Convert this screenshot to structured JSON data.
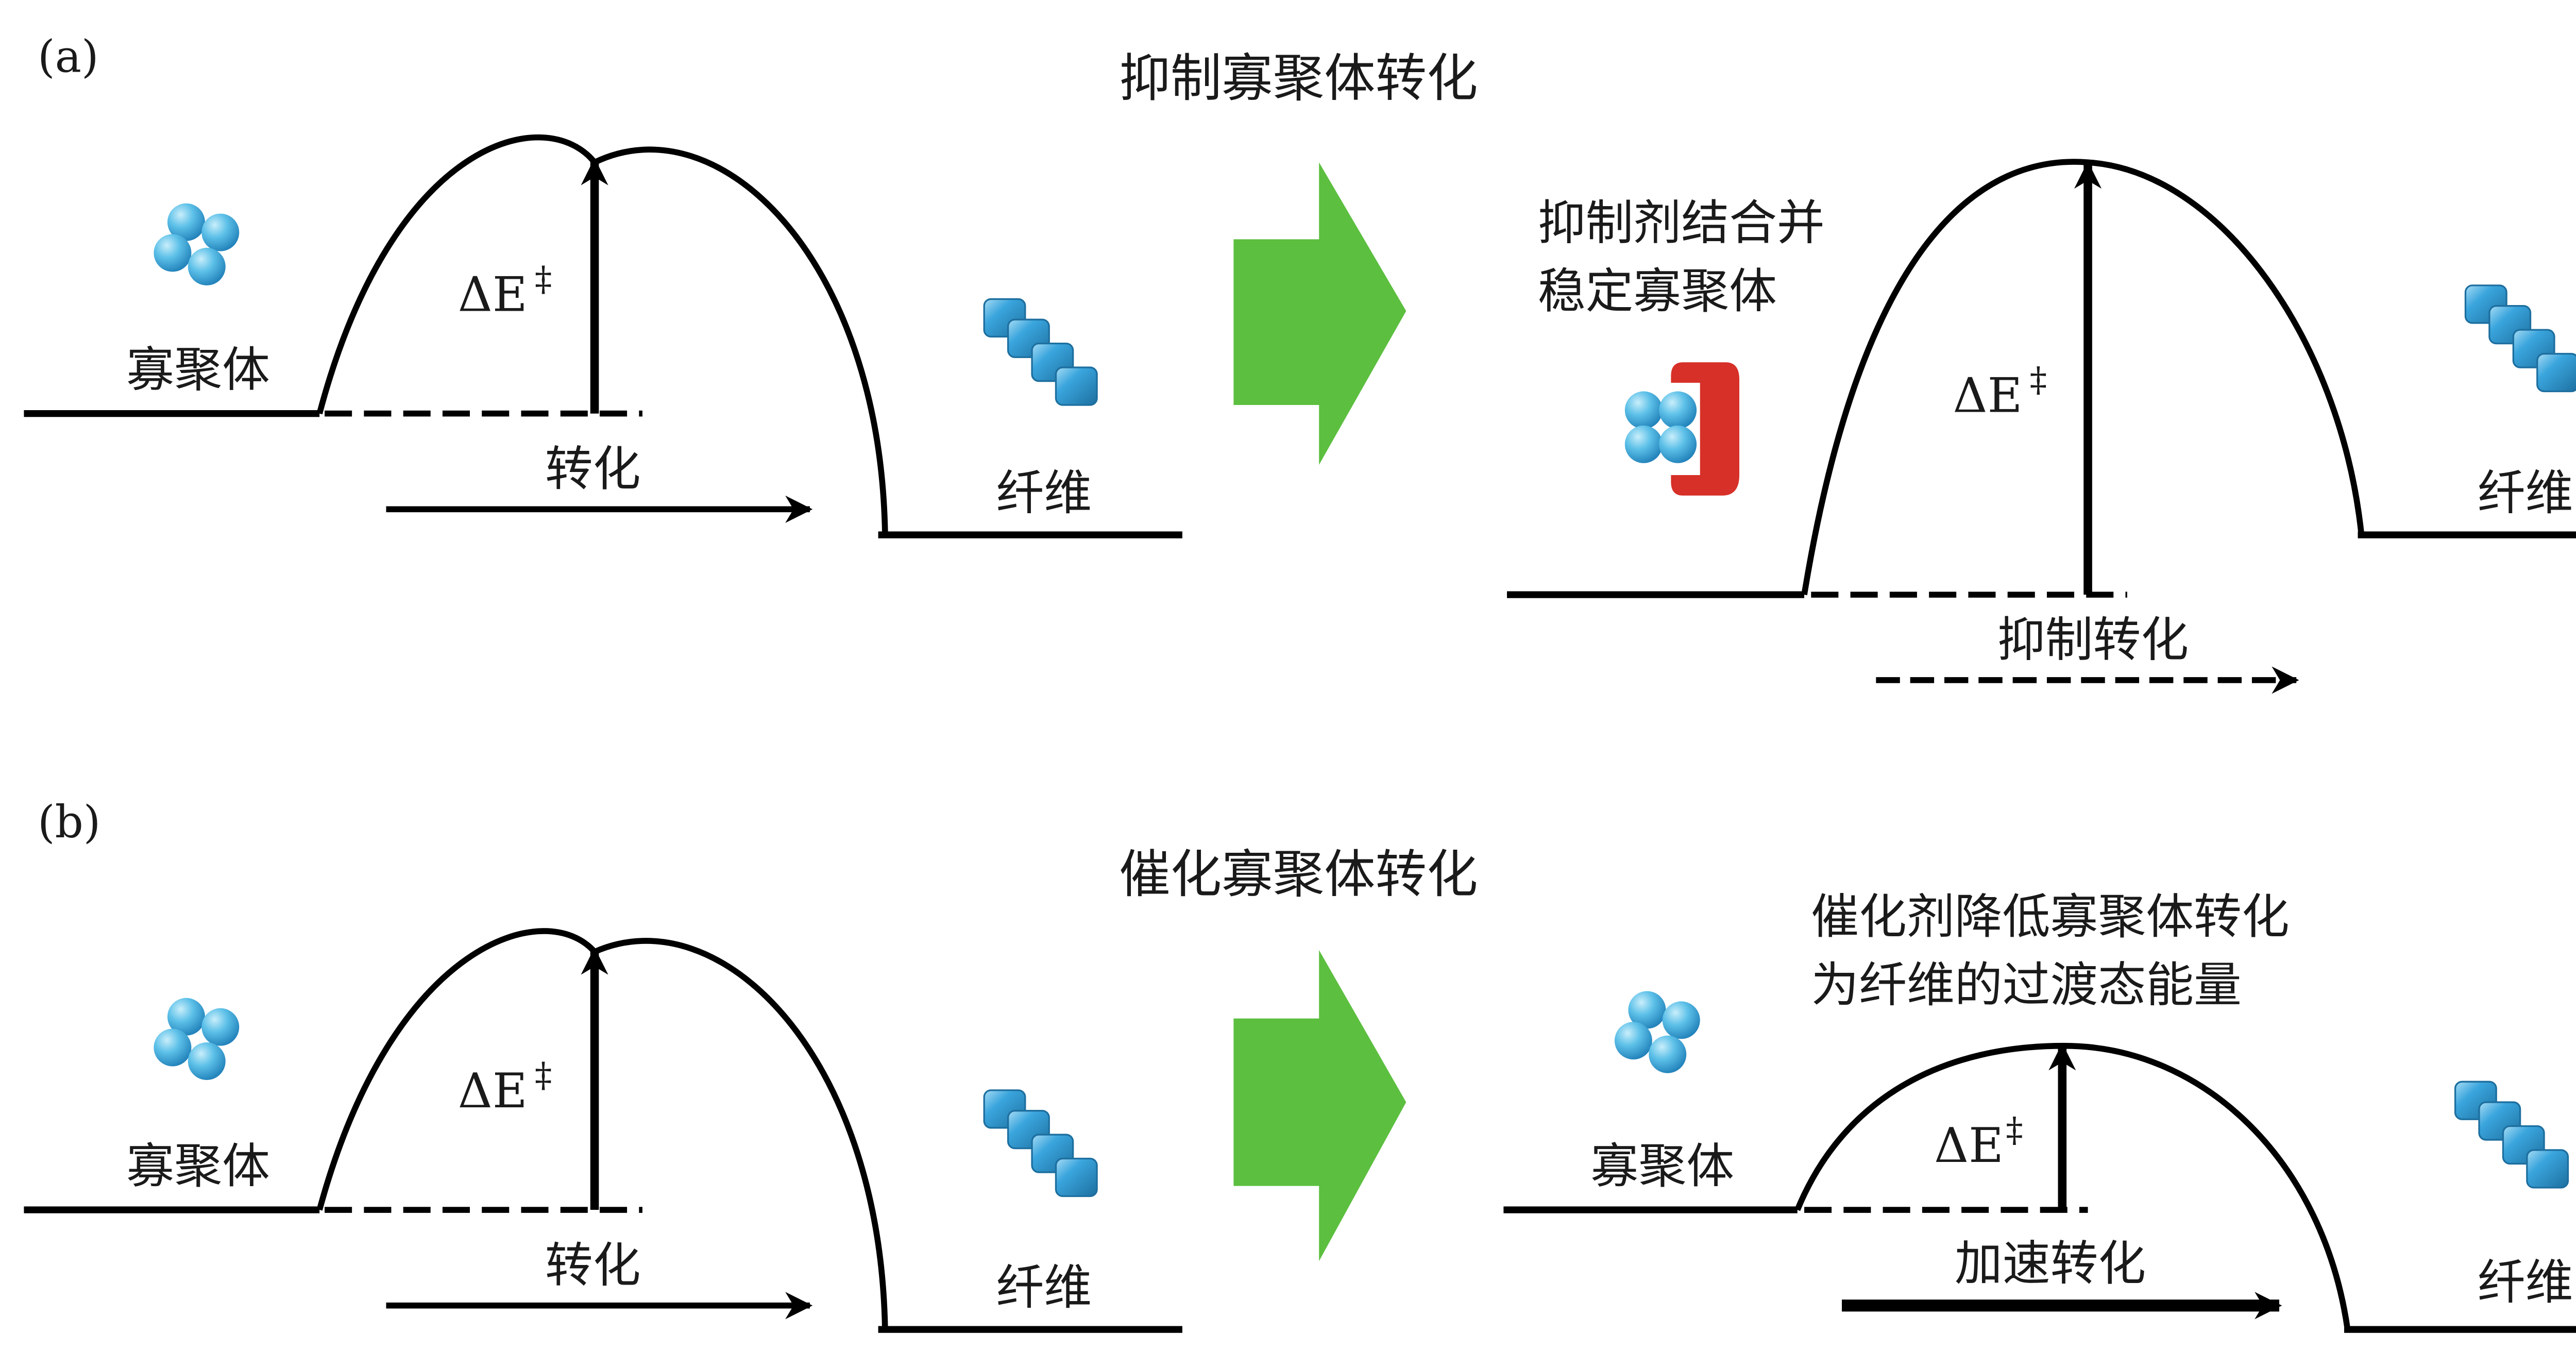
{
  "colors": {
    "line": "#000000",
    "arrow": "#5cbf3f",
    "inhibitor": "#d63028",
    "sphere_light": "#7fd0ee",
    "sphere_dark": "#1f7fb8",
    "cube_face": "#39a2da",
    "cube_edge": "#1d6f9f"
  },
  "panel_a": {
    "label": "(a)",
    "heading": "抑制寡聚体转化",
    "left": {
      "oligomer_label": "寡聚体",
      "fiber_label": "纤维",
      "delta_e": "ΔE",
      "dagger": "‡",
      "conversion_label": "转化"
    },
    "right": {
      "inhibitor_note_line1": "抑制剂结合并",
      "inhibitor_note_line2": "稳定寡聚体",
      "fiber_label": "纤维",
      "delta_e": "ΔE",
      "dagger": "‡",
      "conversion_label": "抑制转化"
    }
  },
  "panel_b": {
    "label": "(b)",
    "heading": "催化寡聚体转化",
    "left": {
      "oligomer_label": "寡聚体",
      "fiber_label": "纤维",
      "delta_e": "ΔE",
      "dagger": "‡",
      "conversion_label": "转化"
    },
    "right": {
      "catalyst_note_line1": "催化剂降低寡聚体转化",
      "catalyst_note_line2": "为纤维的过渡态能量",
      "oligomer_label": "寡聚体",
      "fiber_label": "纤维",
      "delta_e": "ΔE",
      "dagger": "‡",
      "conversion_label": "加速转化"
    }
  }
}
